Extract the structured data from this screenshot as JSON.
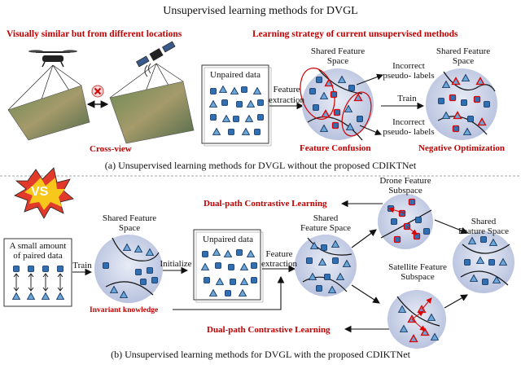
{
  "title": "Unsupervised learning methods for DVGL",
  "part_a": {
    "visually_similar": "Visually similar but from different locations",
    "strategy": "Learning strategy of current unsupervised methods",
    "cross_view": "Cross-view",
    "unpaired_data": "Unpaired data",
    "feature_label_1": "Feature",
    "feature_label_2": "extraction",
    "shared_space_1": "Shared Feature",
    "shared_space_2": "Space",
    "incorrect_top_1": "Incorrect",
    "incorrect_top_2": "pseudo- labels",
    "train": "Train",
    "incorrect_bottom_1": "Incorrect",
    "incorrect_bottom_2": "pseudo- labels",
    "shared_space_right_1": "Shared Feature",
    "shared_space_right_2": "Space",
    "feature_confusion": "Feature Confusion",
    "negative_optimization": "Negative Optimization",
    "caption": "(a) Unsupervised learning methods for DVGL without the proposed CDIKTNet"
  },
  "part_b": {
    "vs": "VS",
    "dual_path_top": "Dual-path Contrastive Learning",
    "drone_subspace_1": "Drone Feature",
    "drone_subspace_2": "Subspace",
    "shared_left_1": "Shared Feature",
    "shared_left_2": "Space",
    "paired_1": "A small amount",
    "paired_2": "of paired data",
    "train": "Train",
    "initialize": "Initialize",
    "unpaired_data": "Unpaired data",
    "feature_1": "Feature",
    "feature_2": "extraction",
    "shared_mid_1": "Shared",
    "shared_mid_2": "Feature Space",
    "shared_right_1": "Shared",
    "shared_right_2": "Feature Space",
    "satellite_subspace_1": "Satellite Feature",
    "satellite_subspace_2": "Subspace",
    "invariant": "Invariant knowledge",
    "dual_path_bottom": "Dual-path Contrastive Learning",
    "caption": "(b) Unsupervised learning methods for DVGL with the proposed CDIKTNet"
  },
  "colors": {
    "accent_red": "#c00000",
    "blue_square": "#2f6fb3",
    "cluster_fill": "#c8d0e6"
  }
}
